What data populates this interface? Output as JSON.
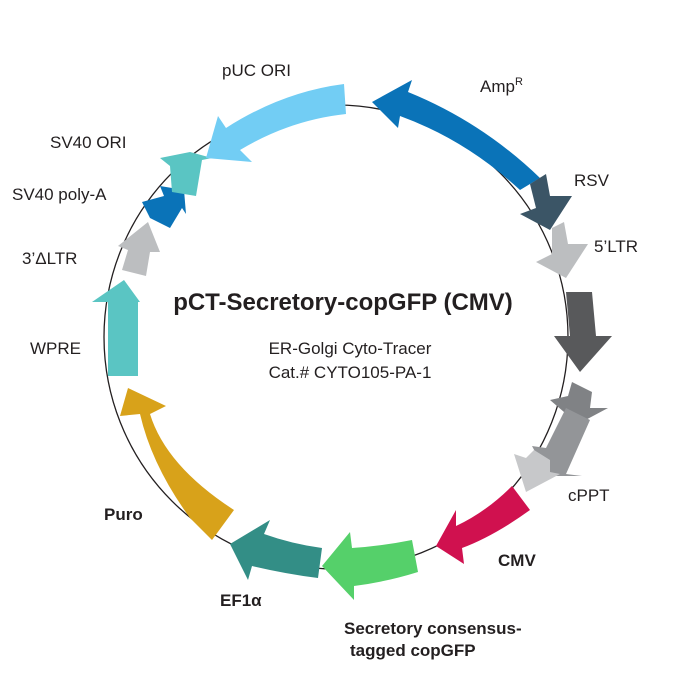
{
  "plasmid": {
    "name": "pCT-Secretory-copGFP (CMV)",
    "subtitle_line1": "ER-Golgi Cyto-Tracer",
    "subtitle_line2": "Cat.# CYTO105-PA-1"
  },
  "features": [
    {
      "id": "ampr",
      "label": "Amp",
      "label_sup": "R",
      "color": "#0a73b8",
      "direction": "ccw",
      "bold": false
    },
    {
      "id": "rsv",
      "label": "RSV",
      "color": "#3b5566",
      "direction": "cw",
      "bold": false
    },
    {
      "id": "ltr5",
      "label": "5’LTR",
      "color": "#bcbec0",
      "direction": "cw",
      "bold": false
    },
    {
      "id": "unlabeled-dark",
      "label": "",
      "color": "#58595b",
      "direction": "cw",
      "bold": false
    },
    {
      "id": "unlabeled-gray",
      "label": "",
      "color": "#808285",
      "direction": "cw",
      "bold": false
    },
    {
      "id": "unlabeled-gray2",
      "label": "",
      "color": "#939598",
      "direction": "cw",
      "bold": false
    },
    {
      "id": "cppt",
      "label": "cPPT",
      "color": "#c7c8ca",
      "direction": "cw",
      "bold": false
    },
    {
      "id": "cmv",
      "label": "CMV",
      "color": "#d0114f",
      "direction": "cw",
      "bold": true
    },
    {
      "id": "copgfp",
      "label_line1": "Secretory consensus-",
      "label_line2": "tagged copGFP",
      "color": "#55d06a",
      "direction": "cw",
      "bold": true
    },
    {
      "id": "ef1a",
      "label": "EF1α",
      "color": "#338e86",
      "direction": "cw",
      "bold": true
    },
    {
      "id": "puro",
      "label": "Puro",
      "color": "#d8a21a",
      "direction": "ccw",
      "bold": true
    },
    {
      "id": "wpre",
      "label": "WPRE",
      "color": "#5ac5c3",
      "direction": "cw",
      "bold": false
    },
    {
      "id": "ltr3",
      "label": "3’ΔLTR",
      "color": "#bcbec0",
      "direction": "cw",
      "bold": false
    },
    {
      "id": "sv40polya",
      "label": "SV40 poly-A",
      "color": "#0a73b8",
      "direction": "cw",
      "bold": false
    },
    {
      "id": "sv40ori",
      "label": "SV40 ORI",
      "color": "#5ac5c3",
      "direction": "cw",
      "bold": false
    },
    {
      "id": "puc",
      "label": "pUC ORI",
      "color": "#72cdf4",
      "direction": "ccw",
      "bold": false
    }
  ]
}
